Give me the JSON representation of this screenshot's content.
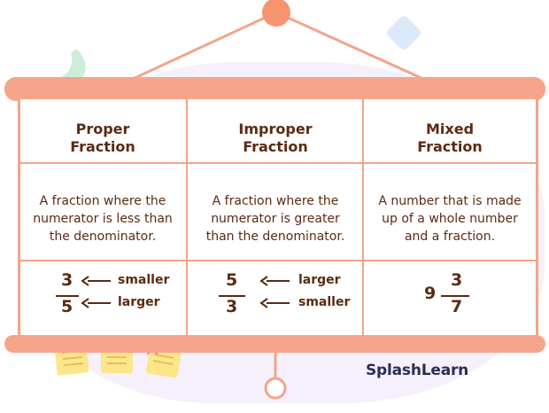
{
  "columns": [
    {
      "title_line1": "Proper",
      "title_line2": "Fraction",
      "description": [
        "A fraction where the",
        "numerator is less than",
        "the denominator."
      ],
      "example": {
        "numerator": "3",
        "denominator": "5",
        "top_label": "smaller",
        "bottom_label": "larger"
      }
    },
    {
      "title_line1": "Improper",
      "title_line2": "Fraction",
      "description": [
        "A fraction where the",
        "numerator is greater",
        "than the denominator."
      ],
      "example": {
        "numerator": "5",
        "denominator": "3",
        "top_label": "larger",
        "bottom_label": "smaller"
      }
    },
    {
      "title_line1": "Mixed",
      "title_line2": "Fraction",
      "description": [
        "A number that is made",
        "up of a whole number",
        "and a fraction."
      ],
      "example": {
        "whole": "9",
        "numerator": "3",
        "denominator": "7"
      }
    }
  ],
  "brand": {
    "name": "SplashLearn"
  },
  "colors": {
    "frame": "#f6a58a",
    "text": "#5a2b12",
    "brand": "#2c2c55"
  }
}
